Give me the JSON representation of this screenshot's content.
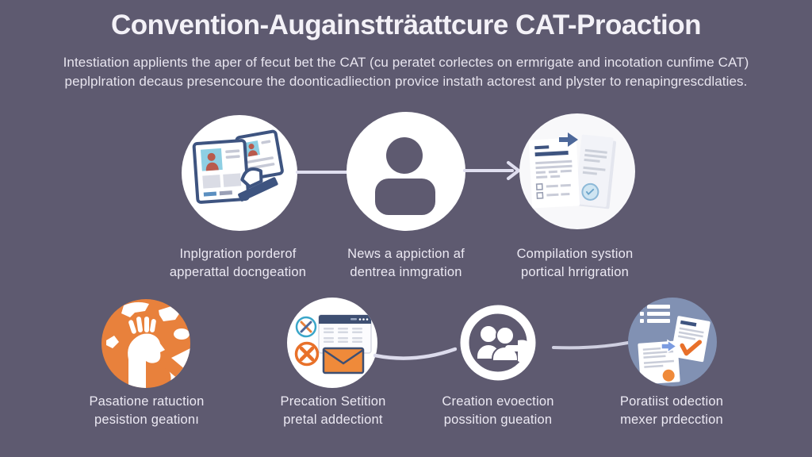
{
  "header": {
    "title": "Convention-Augainstträattcure CAT-Proaction",
    "subtitle_line1": "Intestiation applients the aper of fecut bet the CAT (cu peratet corlectes on ermrigate and incotation cunfime CAT)",
    "subtitle_line2": "peplplration decaus presencoure the doonticadliection provice instath actorest and plyster to renapingrescdlaties."
  },
  "top_row": {
    "steps": [
      {
        "icon": "immigration-documents-stamp-icon",
        "label_line1": "Inplgration porderof",
        "label_line2": "apperattal docngeation"
      },
      {
        "icon": "applicant-person-icon",
        "label_line1": "News a appiction af",
        "label_line2": "dentrea inmgration"
      },
      {
        "icon": "approved-documents-icon",
        "label_line1": "Compilation systion",
        "label_line2": "portical hrrigration"
      }
    ]
  },
  "bottom_row": {
    "steps": [
      {
        "icon": "globe-head-profile-icon",
        "label_line1": "Pasatione ratuction",
        "label_line2": "pesistion geationı"
      },
      {
        "icon": "browser-envelope-rejection-icon",
        "label_line1": "Precation Setition",
        "label_line2": "pretal addectiont"
      },
      {
        "icon": "people-selection-icon",
        "label_line1": "Creation evoection",
        "label_line2": "possition gueation"
      },
      {
        "icon": "checklist-approved-documents-icon",
        "label_line1": "Poratiist odection",
        "label_line2": "mexer prdecction"
      }
    ]
  },
  "colors": {
    "background": "#5e5a70",
    "accent_orange": "#e8813c",
    "navy": "#3e5480",
    "photo_blue": "#8ecfe3",
    "connector": "#e0dff0",
    "blue_gray_circle": "#8191b3",
    "white": "#ffffff"
  }
}
